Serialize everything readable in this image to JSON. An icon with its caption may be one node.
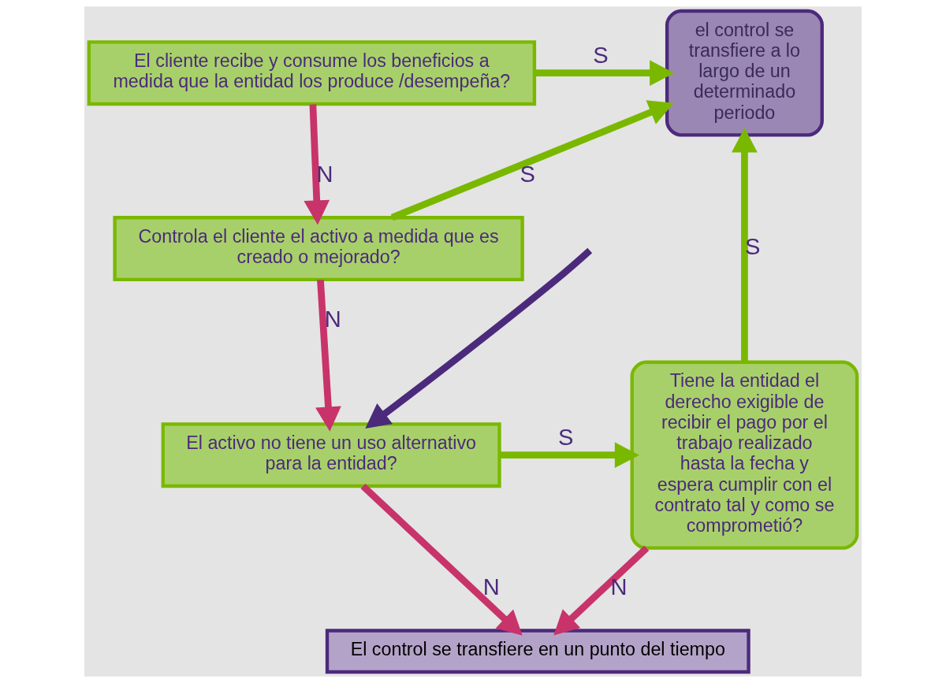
{
  "diagram": {
    "nodes": [
      {
        "text": [
          "El cliente recibe y consume los beneficios a medida que la entidad los produce /desempeña?"
        ]
      },
      {
        "text": [
          "el control se transfiere a lo largo de un determinado periodo"
        ]
      },
      {
        "text": [
          "Controla el cliente el activo a medida que es creado o mejorado?"
        ]
      },
      {
        "text": [
          "El activo no tiene un uso alternativo para la entidad?"
        ]
      },
      {
        "text": [
          "Tiene la entidad el derecho exigible de recibir el pago por el trabajo realizado hasta la fecha y espera cumplir con el contrato tal y como se comprometió?"
        ]
      },
      {
        "text": [
          "El control se transfiere en un punto del tiempo"
        ]
      }
    ],
    "edges": [
      {
        "from": 0,
        "to": 1,
        "arrow": "to",
        "label": "S",
        "color": "#7ab800"
      },
      {
        "from": 0,
        "to": 2,
        "arrow": "to",
        "label": "N",
        "color": "#c8336a"
      },
      {
        "from": 2,
        "to": 1,
        "arrow": "to",
        "label": "S",
        "color": "#7ab800"
      },
      {
        "from": 2,
        "to": 3,
        "arrow": "to",
        "label": "N",
        "color": "#c8336a"
      },
      {
        "from": 3,
        "to": 4,
        "arrow": "to",
        "label": "S",
        "color": "#7ab800"
      },
      {
        "from": 3,
        "to": 5,
        "arrow": "to",
        "label": "N",
        "color": "#c8336a"
      },
      {
        "from": 4,
        "to": 1,
        "arrow": "to",
        "label": "S",
        "color": "#7ab800"
      },
      {
        "from": 4,
        "to": 5,
        "arrow": "to",
        "label": "N",
        "color": "#c8336a"
      },
      {
        "from": null,
        "to": 3,
        "arrow": "to",
        "color": "#4b2a7b"
      }
    ]
  }
}
